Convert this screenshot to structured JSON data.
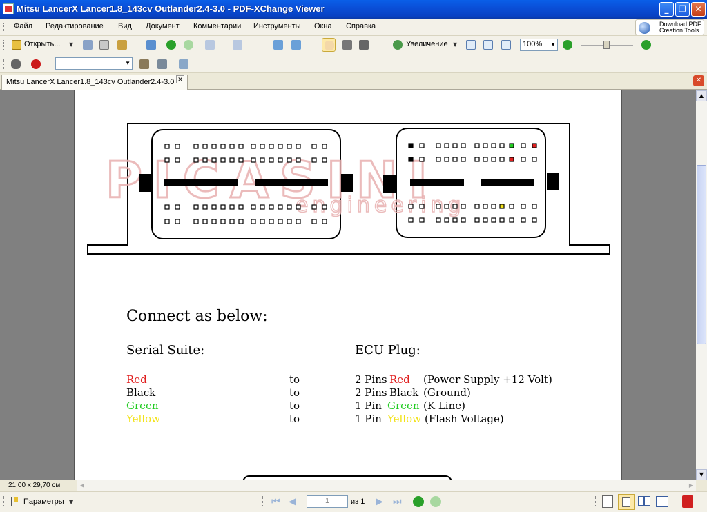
{
  "window": {
    "title": "Mitsu LancerX Lancer1.8_143cv Outlander2.4-3.0 - PDF-XChange Viewer"
  },
  "menu": [
    "Файл",
    "Редактирование",
    "Вид",
    "Документ",
    "Комментарии",
    "Инструменты",
    "Окна",
    "Справка"
  ],
  "promo": {
    "line1": "Download PDF",
    "line2": "Creation Tools"
  },
  "toolbar": {
    "open_label": "Открыть...",
    "zoom_label": "Увеличение",
    "zoom_value": "100%"
  },
  "toolbar2": {
    "find_value": ""
  },
  "tab": {
    "label": "Mitsu LancerX Lancer1.8_143cv Outlander2.4-3.0"
  },
  "document": {
    "watermark_big": "PICASINI",
    "watermark_small": "engineering",
    "heading": "Connect as below:",
    "col_left": "Serial Suite:",
    "col_right": "ECU Plug:",
    "rows": [
      {
        "wire": "Red",
        "wire_color": "#e02020",
        "to": "to",
        "pins": "2 Pins",
        "pin_color_text": "Red",
        "pin_color": "#e02020",
        "desc": "(Power Supply +12 Volt)"
      },
      {
        "wire": "Black",
        "wire_color": "#000000",
        "to": "to",
        "pins": "2 Pins",
        "pin_color_text": "Black",
        "pin_color": "#000000",
        "desc": "(Ground)"
      },
      {
        "wire": "Green",
        "wire_color": "#22cc22",
        "to": "to",
        "pins": "1 Pin",
        "pin_color_text": "Green",
        "pin_color": "#22cc22",
        "desc": "(K Line)"
      },
      {
        "wire": "Yellow",
        "wire_color": "#f2e21a",
        "to": "to",
        "pins": "1 Pin",
        "pin_color_text": "Yellow",
        "pin_color": "#f2e21a",
        "desc": "(Flash Voltage)"
      }
    ]
  },
  "status": {
    "page_size": "21,00 x 29,70 см",
    "params_label": "Параметры",
    "page_current": "1",
    "page_total": "из 1"
  },
  "colors": {
    "accent_red": "#e02020",
    "accent_green": "#22cc22",
    "accent_yellow": "#f2e21a"
  }
}
